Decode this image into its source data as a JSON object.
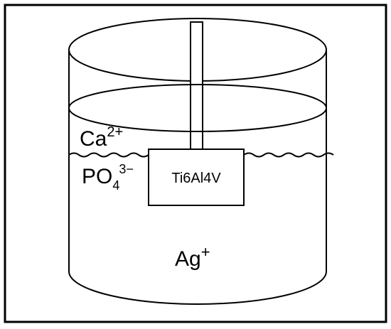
{
  "labels": {
    "ion_ca": "Ca",
    "ion_ca_charge": "2+",
    "ion_po": "PO",
    "ion_po_subscript": "4",
    "ion_po_charge": "3−",
    "ion_ag": "Ag",
    "ion_ag_charge": "+",
    "sample": "Ti6Al4V"
  },
  "colors": {
    "stroke": "#000000",
    "background": "#ffffff"
  }
}
